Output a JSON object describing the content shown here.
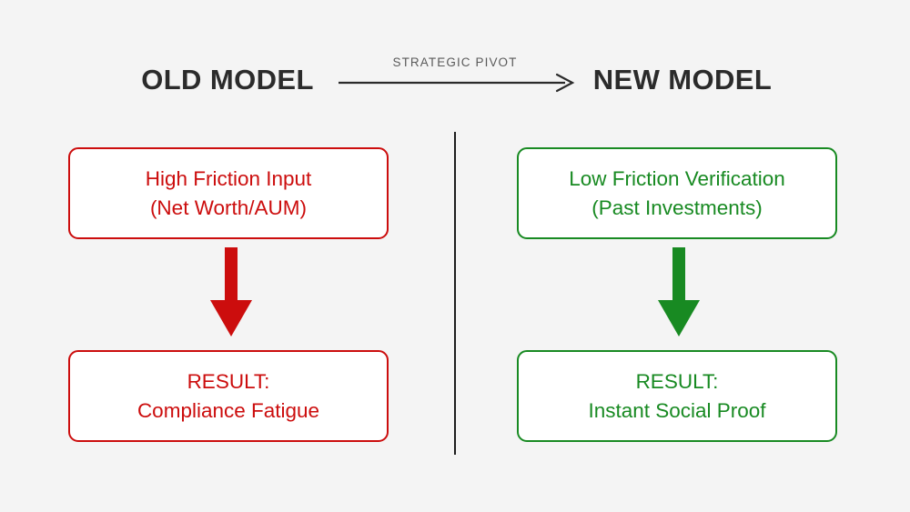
{
  "diagram": {
    "title_left": "OLD MODEL",
    "title_right": "NEW MODEL",
    "pivot_label": "STRATEGIC PIVOT",
    "colors": {
      "background": "#f4f4f4",
      "old_accent": "#cc0d0d",
      "new_accent": "#188a22",
      "heading": "#2b2b2b",
      "pivot_text": "#5a5a5a",
      "divider": "#1e1e1e",
      "box_fill": "#ffffff"
    },
    "columns": [
      {
        "id": "old-model",
        "heading": "OLD MODEL",
        "accent": "#cc0d0d",
        "nodes": [
          {
            "id": "old-input",
            "line1": "High Friction Input",
            "line2": "(Net Worth/AUM)",
            "text": "High Friction Input\n(Net Worth/AUM)"
          },
          {
            "id": "old-result",
            "line1": "RESULT:",
            "line2": "Compliance Fatigue",
            "text": "RESULT:\nCompliance Fatigue"
          }
        ],
        "connector": "down-arrow"
      },
      {
        "id": "new-model",
        "heading": "NEW MODEL",
        "accent": "#188a22",
        "nodes": [
          {
            "id": "new-input",
            "line1": "Low Friction Verification",
            "line2": "(Past Investments)",
            "text": "Low Friction Verification\n(Past Investments)"
          },
          {
            "id": "new-result",
            "line1": "RESULT:",
            "line2": "Instant Social Proof",
            "text": "RESULT:\nInstant Social Proof"
          }
        ],
        "connector": "down-arrow"
      }
    ]
  }
}
